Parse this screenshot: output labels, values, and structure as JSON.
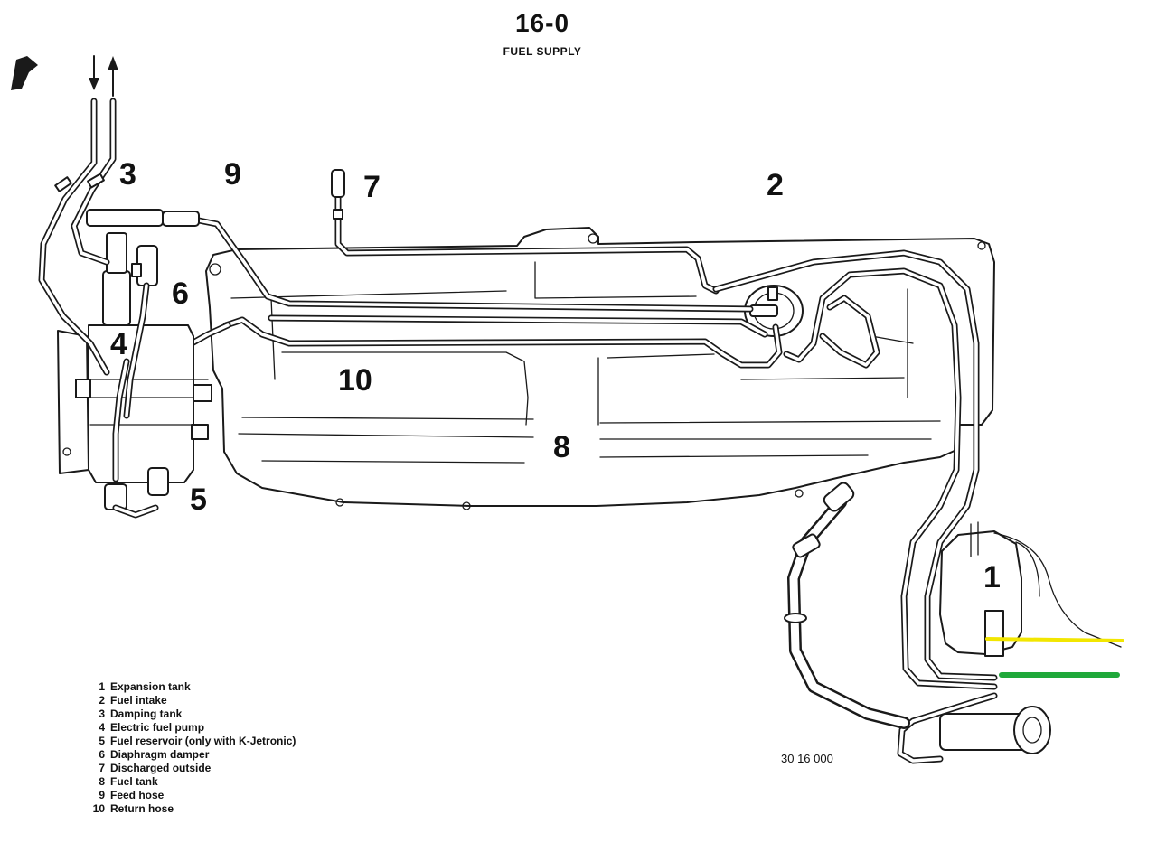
{
  "header": {
    "page_number": "16-0",
    "title": "FUEL SUPPLY"
  },
  "callouts": [
    "1",
    "2",
    "3",
    "4",
    "5",
    "6",
    "7",
    "8",
    "9",
    "10"
  ],
  "legend": [
    {
      "num": "1",
      "label": "Expansion tank"
    },
    {
      "num": "2",
      "label": "Fuel intake"
    },
    {
      "num": "3",
      "label": "Damping tank"
    },
    {
      "num": "4",
      "label": "Electric fuel pump"
    },
    {
      "num": "5",
      "label": "Fuel reservoir (only with K-Jetronic)"
    },
    {
      "num": "6",
      "label": "Diaphragm damper"
    },
    {
      "num": "7",
      "label": "Discharged outside"
    },
    {
      "num": "8",
      "label": "Fuel tank"
    },
    {
      "num": "9",
      "label": "Feed hose"
    },
    {
      "num": "10",
      "label": "Return hose"
    }
  ],
  "figure_code": "30 16 000",
  "colors": {
    "line_art": "#1a1a1a",
    "marker_yellow": "#f2e600",
    "marker_green": "#1fa83a"
  }
}
